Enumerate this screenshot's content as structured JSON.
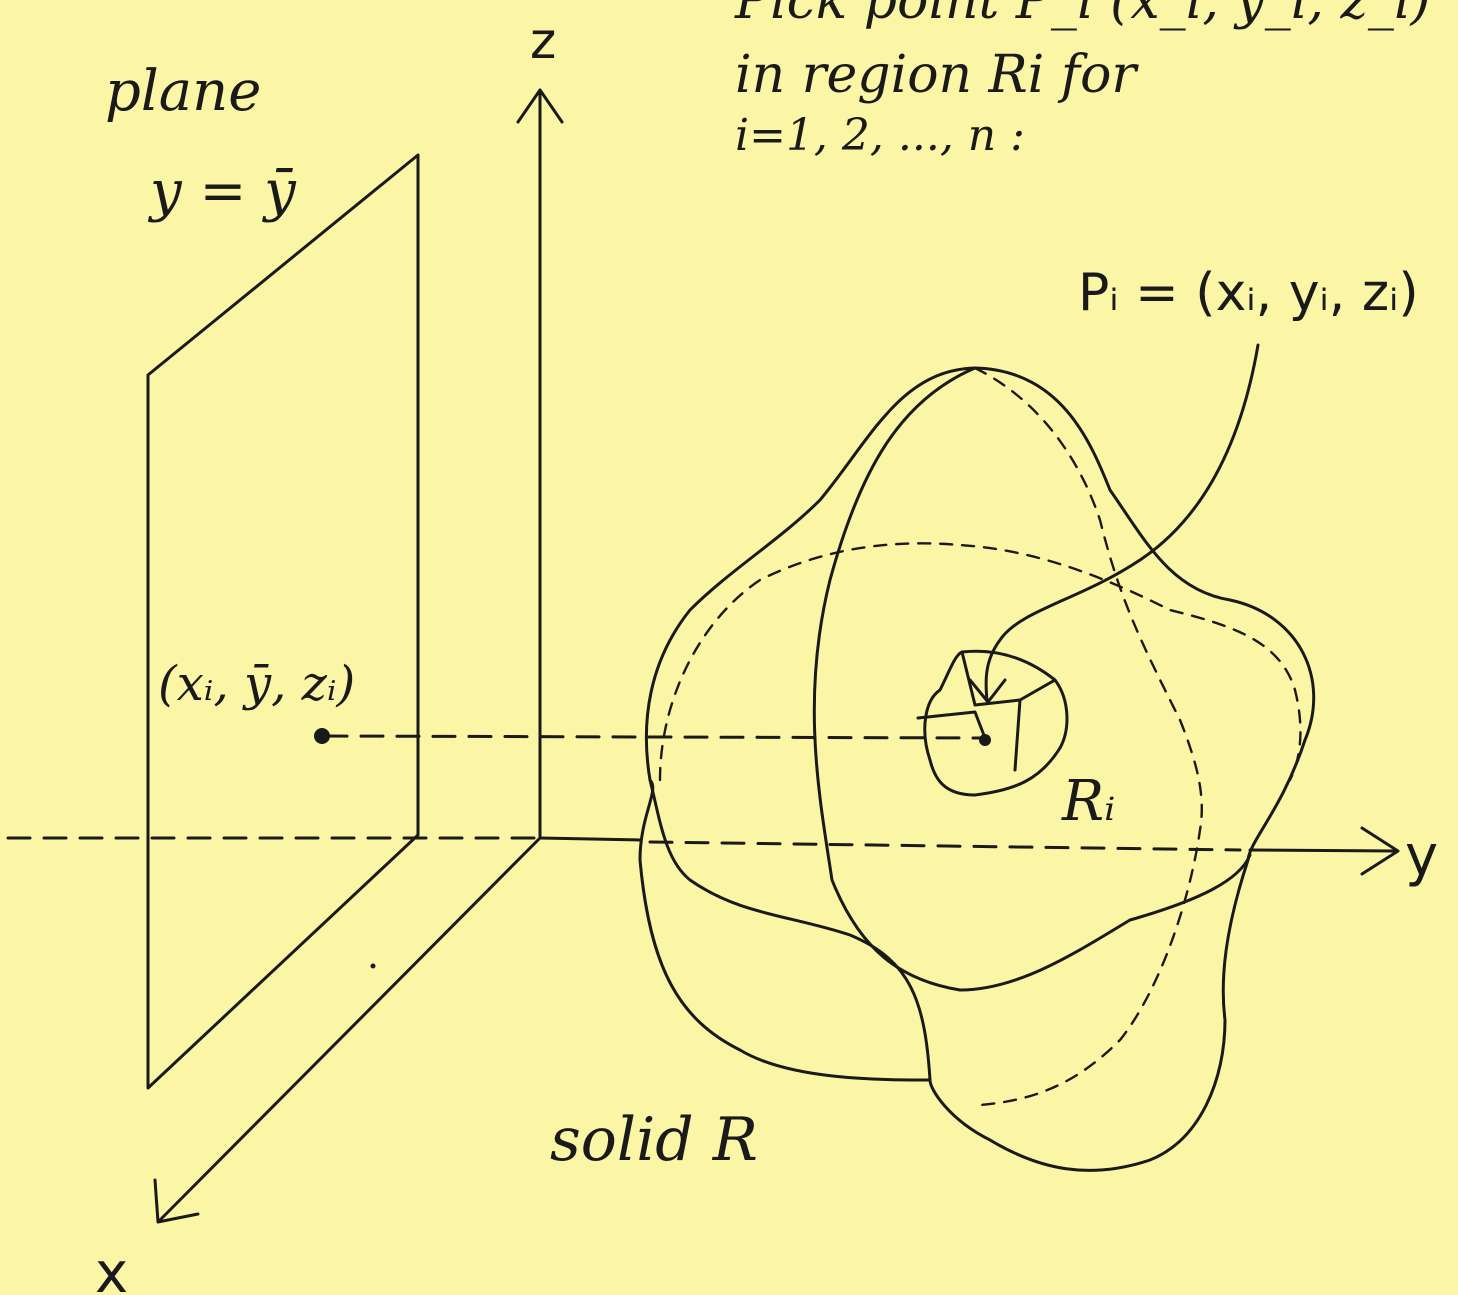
{
  "annotation": {
    "line1": "Pick point P_i (x_i, y_i, z_i)",
    "line2": "in region Ri for",
    "line3": "i=1, 2, ..., n :"
  },
  "labels": {
    "plane_line1": "plane",
    "plane_line2": "y = ȳ",
    "axis_z": "z",
    "axis_y": "y",
    "axis_x": "x",
    "point_plane": "(xᵢ, ȳ, zᵢ)",
    "point_P": "Pᵢ = (xᵢ, yᵢ, zᵢ)",
    "region_Ri": "Rᵢ",
    "solid": "solid R"
  },
  "colors": {
    "paper": "#fbf5a6",
    "ink": "#1a1a1a"
  }
}
